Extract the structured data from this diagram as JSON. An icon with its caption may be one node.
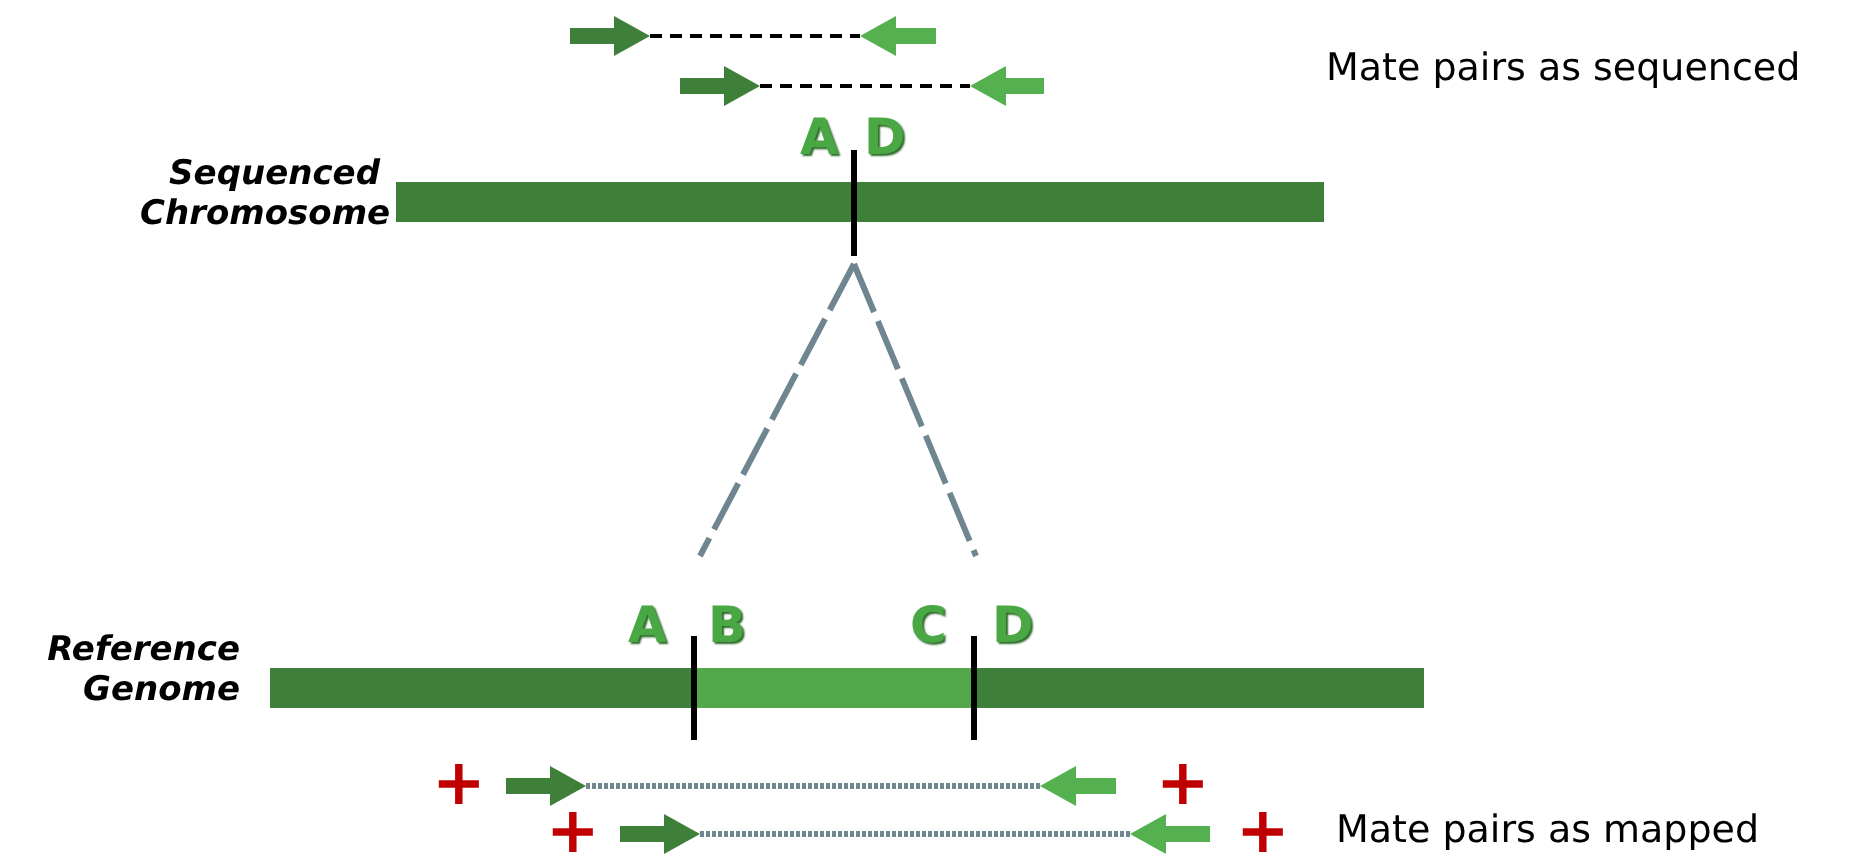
{
  "diagram": {
    "labels": [
      "Mate pairs as sequenced",
      "Sequenced Chromosome",
      "A",
      "D",
      "Reference Genome",
      "A",
      "B",
      "C",
      "D",
      "+",
      "+",
      "+",
      "+",
      "Mate pairs as mapped"
    ]
  }
}
